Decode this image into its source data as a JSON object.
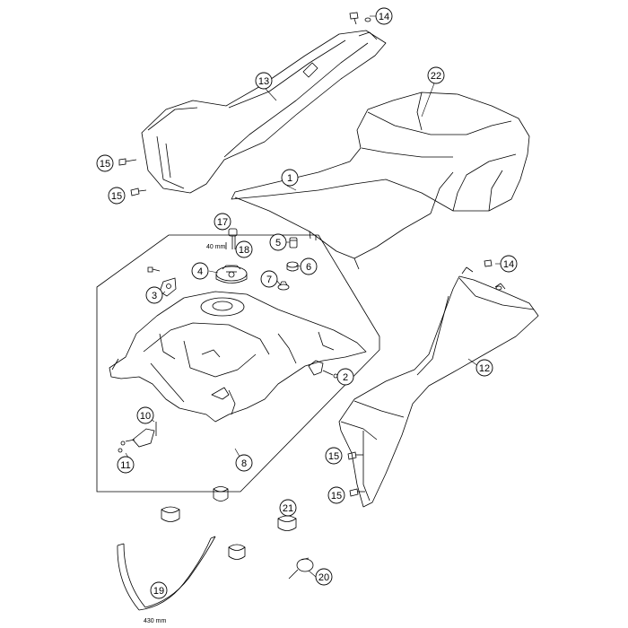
{
  "callouts": {
    "c1": "1",
    "c2": "2",
    "c3": "3",
    "c4": "4",
    "c5": "5",
    "c6": "6",
    "c7": "7",
    "c8": "8",
    "c10": "10",
    "c11": "11",
    "c12": "12",
    "c13": "13",
    "c14a": "14",
    "c14b": "14",
    "c15a": "15",
    "c15b": "15",
    "c15c": "15",
    "c15d": "15",
    "c17": "17",
    "c18": "18",
    "c19": "19",
    "c20": "20",
    "c21": "21",
    "c22": "22"
  },
  "dimensions": {
    "vent_hose_length": "40 mm",
    "fuel_hose_length": "430 mm"
  }
}
